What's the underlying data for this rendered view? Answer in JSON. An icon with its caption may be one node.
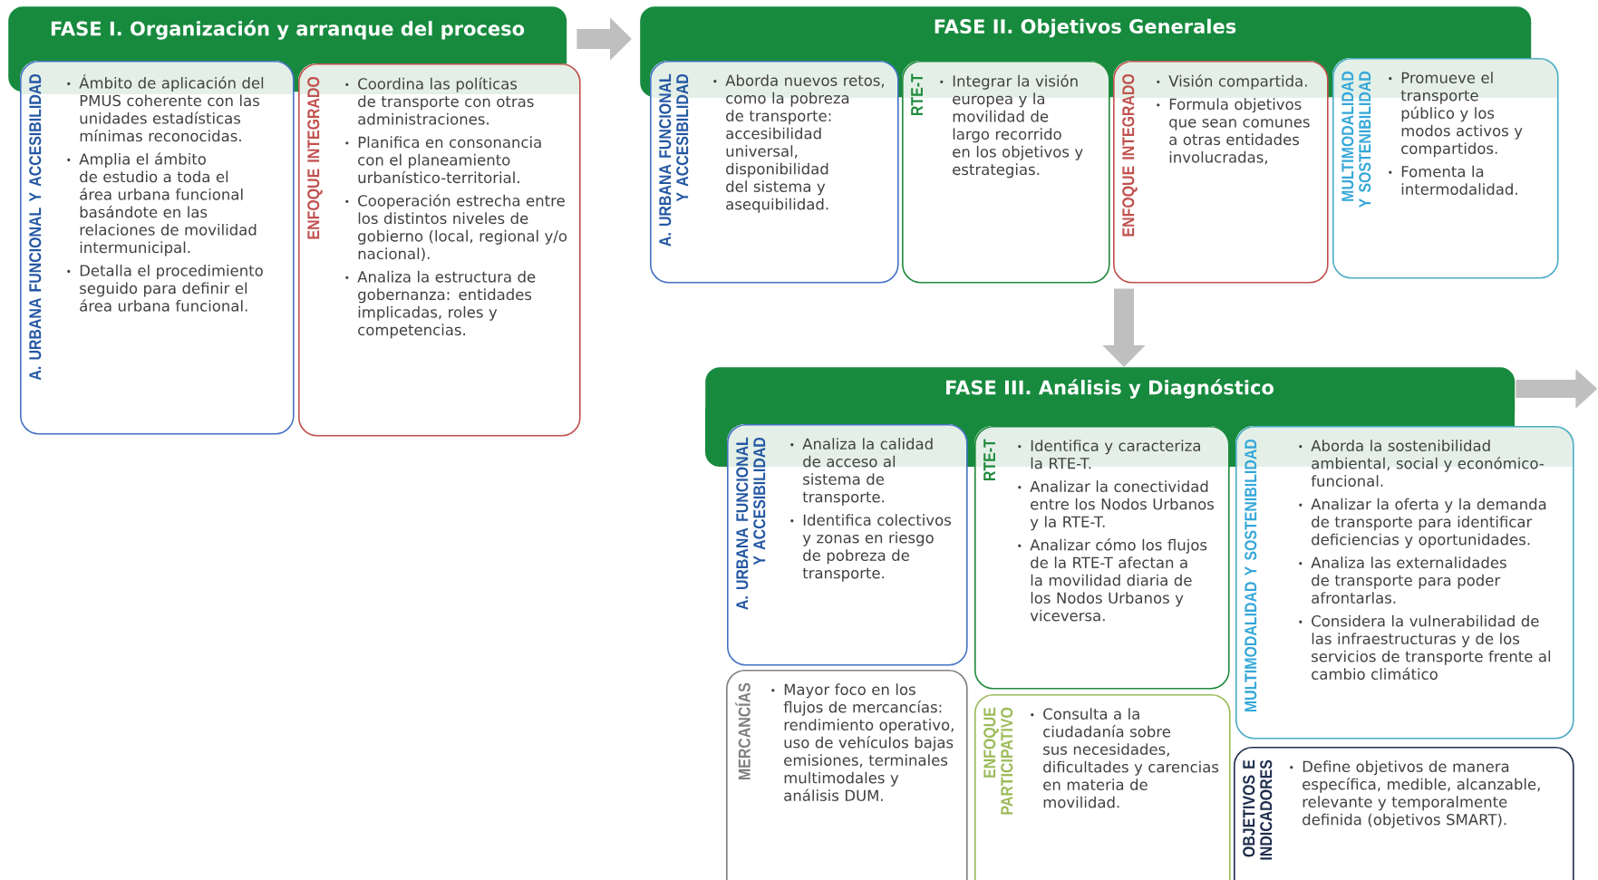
{
  "diagram": {
    "nodes": [
      {
        "text": [
          "FASE I. Organización y arranque del proceso"
        ]
      },
      {
        "text": [
          "A. URBANA FUNCIONAL Y ACCESIBILIDAD",
          "Ámbito de aplicación del PMUS coherente con las unidades estadísticas mínimas reconocidas.",
          "Amplia el ámbito de estudio a toda el área urbana funcional basándote en las relaciones de movilidad intermunicipal.",
          "Detalla el procedimiento seguido para definir el área urbana funcional."
        ]
      },
      {
        "text": [
          "ENFOQUE INTEGRADO",
          "Coordina las políticas de transporte con otras administraciones.",
          "Planifica en consonancia con el planeamiento urbanístico-territorial.",
          "Cooperación estrecha entre los distintos niveles de gobierno (local, regional y/o nacional).",
          "Analiza la estructura de gobernanza: entidades implicadas, roles y competencias."
        ]
      },
      {
        "text": [
          "FASE II. Objetivos Generales"
        ]
      },
      {
        "text": [
          "A. URBANA FUNCIONAL Y ACCESIBILIDAD",
          "Aborda nuevos retos, como la pobreza de transporte: accesibilidad universal, disponibilidad del sistema y asequibilidad."
        ]
      },
      {
        "text": [
          "RTE-T",
          "Integrar la visión europea y la movilidad de largo recorrido en los objetivos y estrategias."
        ]
      },
      {
        "text": [
          "ENFOQUE INTEGRADO",
          "Visión compartida.",
          "Formula objetivos que sean comunes a otras entidades involucradas,"
        ]
      },
      {
        "text": [
          "MULTIMODALIDAD Y SOSTENIBILIDAD",
          "Promueve el transporte público y los modos activos y compartidos.",
          "Fomenta la intermodalidad."
        ]
      },
      {
        "text": [
          "FASE III. Análisis y Diagnóstico"
        ]
      },
      {
        "text": [
          "A. URBANA FUNCIONAL Y ACCESIBILIDAD",
          "Analiza la calidad de acceso al sistema de transporte.",
          "Identifica colectivos y zonas en riesgo de pobreza de transporte."
        ]
      },
      {
        "text": [
          "RTE-T",
          "Identifica y caracteriza la RTE-T.",
          "Analizar la conectividad entre los Nodos Urbanos y la RTE-T.",
          "Analizar cómo los flujos de la RTE-T afectan a la movilidad diaria de los Nodos Urbanos y viceversa."
        ]
      },
      {
        "text": [
          "MULTIMODALIDAD Y SOSTENIBILIDAD",
          "Aborda la sostenibilidad ambiental, social y económico-funcional.",
          "Analizar la oferta y la demanda de transporte para identificar deficiencias y oportunidades.",
          "Analiza las externalidades de transporte para poder afrontarlas.",
          "Considera la vulnerabilidad de las infraestructuras y de los servicios de transporte frente al cambio climático"
        ]
      },
      {
        "text": [
          "MERCANCÍAS",
          "Mayor foco en los flujos de mercancías: rendimiento operativo, uso de vehículos bajas emisiones, terminales multimodales y análisis DUM."
        ]
      },
      {
        "text": [
          "ENFOQUE PARTICIPATIVO",
          "Consulta a la ciudadanía sobre sus necesidades, dificultades y carencias en materia de movilidad."
        ]
      },
      {
        "text": [
          "OBJETIVOS E INDICADORES",
          "Define objetivos de manera específica, medible, alcanzable, relevante y temporalmente definida (objetivos SMART)."
        ]
      }
    ],
    "edges": [
      {
        "from": 0,
        "to": 3,
        "arrow": "to"
      },
      {
        "from": 6,
        "to": 8,
        "arrow": "to"
      },
      {
        "from": 8,
        "to": null,
        "arrow": "to"
      }
    ]
  }
}
